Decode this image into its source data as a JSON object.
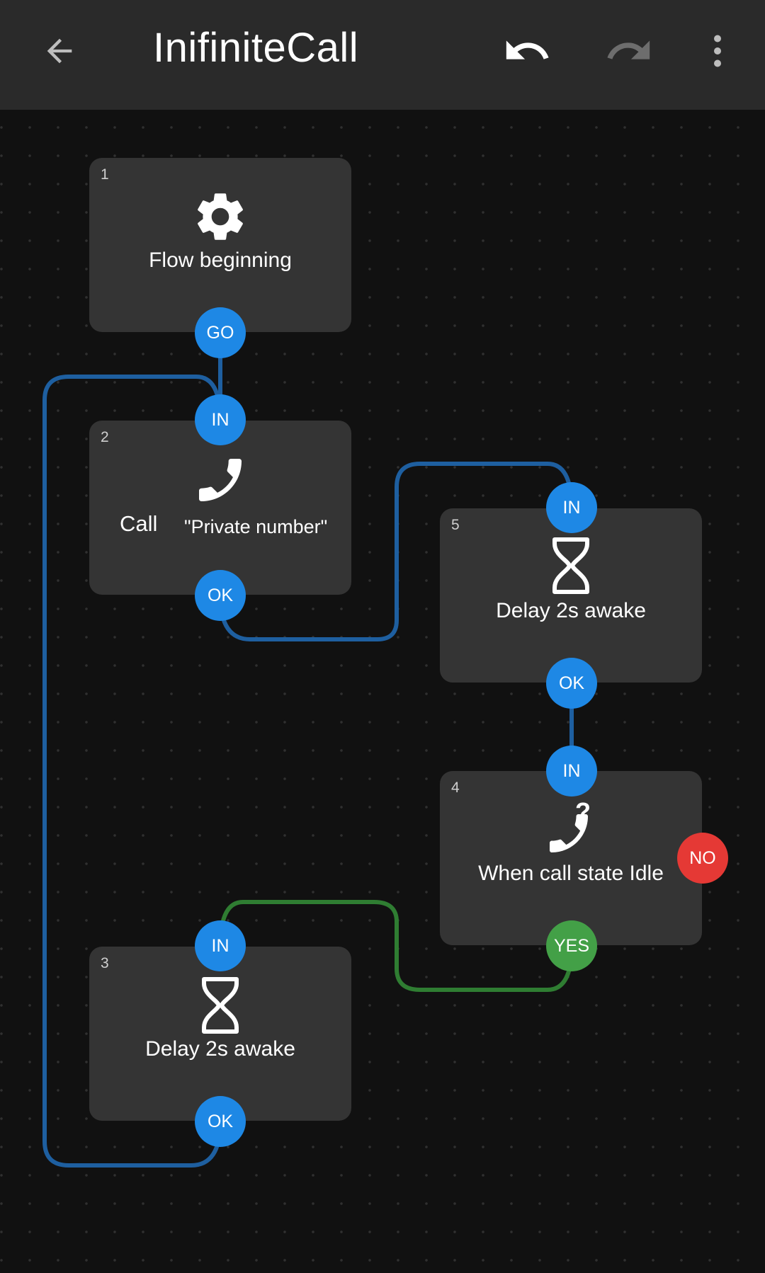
{
  "header": {
    "title": "InifiniteCall",
    "back_icon": "arrow-back-icon",
    "undo_icon": "undo-icon",
    "redo_icon": "redo-icon",
    "menu_icon": "more-vertical-icon"
  },
  "colors": {
    "port_blue": "#1e88e5",
    "port_green": "#43a047",
    "port_red": "#e53935",
    "wire_blue": "#1e5fa0",
    "wire_green": "#2f7d32",
    "node_bg": "#343434"
  },
  "nodes": [
    {
      "number": "1",
      "label": "Flow beginning",
      "icon": "gear-icon",
      "ports": {
        "out": "GO"
      }
    },
    {
      "number": "2",
      "label": "Call",
      "argument": "\"Private number\"",
      "icon": "phone-icon",
      "ports": {
        "in": "IN",
        "out": "OK"
      }
    },
    {
      "number": "3",
      "label": "Delay 2s awake",
      "icon": "hourglass-icon",
      "ports": {
        "in": "IN",
        "out": "OK"
      }
    },
    {
      "number": "4",
      "label": "When call state Idle",
      "icon": "phone-question-icon",
      "ports": {
        "in": "IN",
        "yes": "YES",
        "no": "NO"
      }
    },
    {
      "number": "5",
      "label": "Delay 2s awake",
      "icon": "hourglass-icon",
      "ports": {
        "in": "IN",
        "out": "OK"
      }
    }
  ]
}
